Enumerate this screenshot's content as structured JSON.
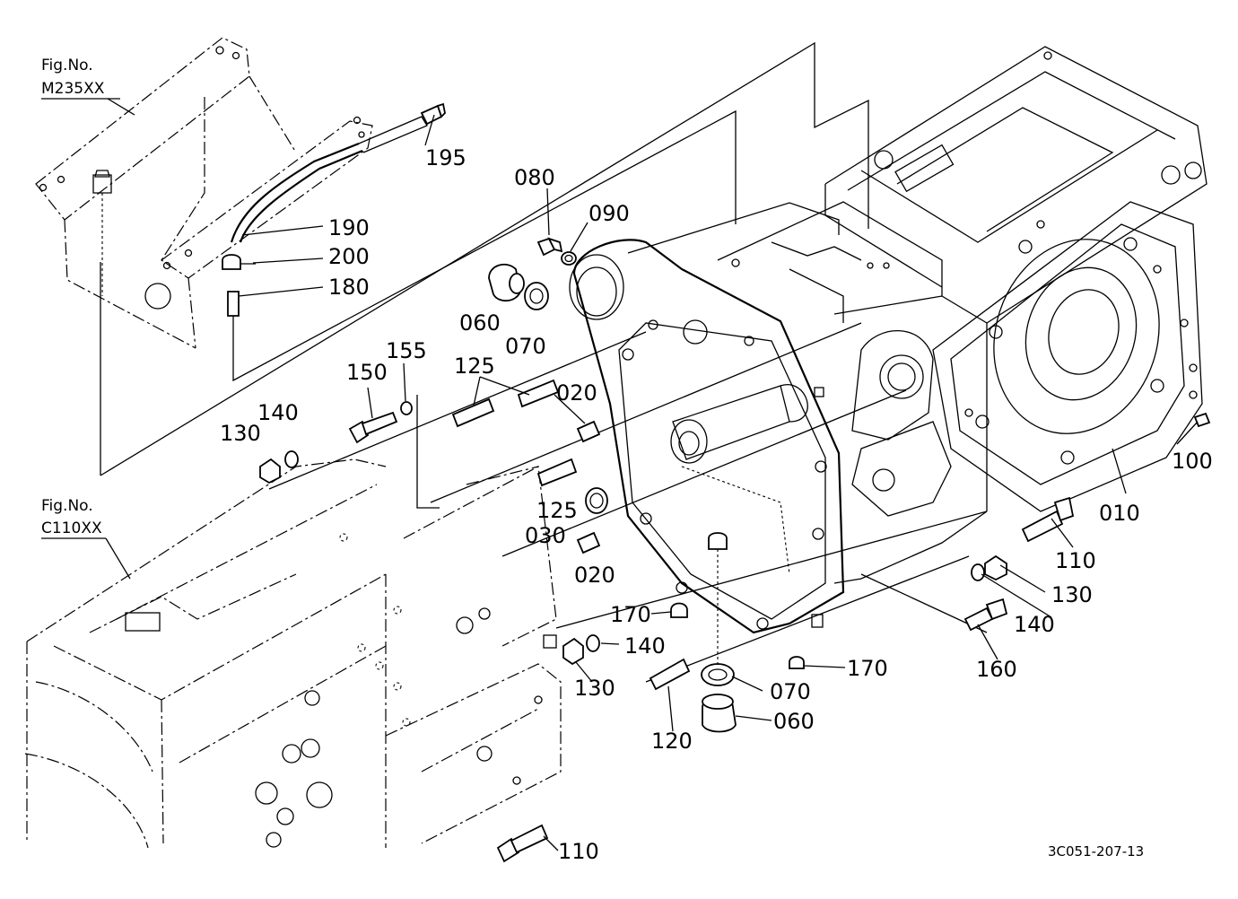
{
  "references": [
    {
      "id": "ref-m235",
      "title": "Fig.No.",
      "code": "M235XX"
    },
    {
      "id": "ref-c110",
      "title": "Fig.No.",
      "code": "C110XX"
    }
  ],
  "part_labels": [
    "195",
    "190",
    "200",
    "180",
    "080",
    "090",
    "060",
    "070",
    "150",
    "155",
    "125",
    "020",
    "140",
    "130",
    "125",
    "030",
    "020",
    "010",
    "100",
    "110",
    "130",
    "140",
    "160",
    "170",
    "170",
    "140",
    "130",
    "070",
    "060",
    "120",
    "110"
  ],
  "drawing_code": "3C051-207-13"
}
